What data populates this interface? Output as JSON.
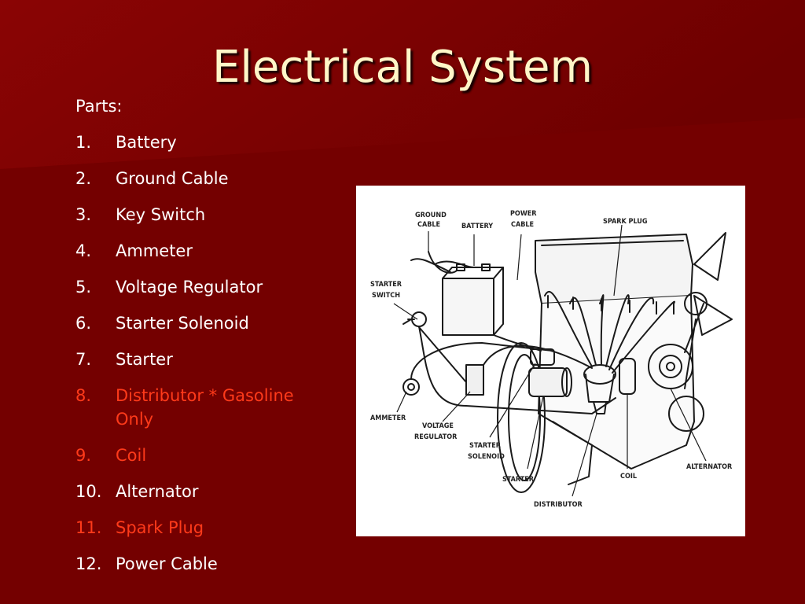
{
  "slide": {
    "title": "Electrical System",
    "parts_label": "Parts:",
    "parts": [
      {
        "num": "1.",
        "text": "Battery",
        "highlight": false
      },
      {
        "num": "2.",
        "text": "Ground Cable",
        "highlight": false
      },
      {
        "num": "3.",
        "text": "Key Switch",
        "highlight": false
      },
      {
        "num": "4.",
        "text": "Ammeter",
        "highlight": false
      },
      {
        "num": "5.",
        "text": "Voltage Regulator",
        "highlight": false
      },
      {
        "num": "6.",
        "text": "Starter Solenoid",
        "highlight": false
      },
      {
        "num": "7.",
        "text": "Starter",
        "highlight": false
      },
      {
        "num": "8.",
        "text": "Distributor  * Gasoline Only",
        "highlight": true
      },
      {
        "num": "9.",
        "text": "Coil",
        "highlight": true
      },
      {
        "num": "10.",
        "text": "Alternator",
        "highlight": false
      },
      {
        "num": "11.",
        "text": "Spark Plug",
        "highlight": true
      },
      {
        "num": "12.",
        "text": "Power Cable",
        "highlight": false
      }
    ],
    "colors": {
      "background": "#7a0000",
      "title": "#fff6c8",
      "text": "#ffffff",
      "highlight": "#ff3a1a"
    }
  },
  "diagram": {
    "labels": {
      "ground_cable_1": "GROUND",
      "ground_cable_2": "CABLE",
      "battery": "BATTERY",
      "power_cable_1": "POWER",
      "power_cable_2": "CABLE",
      "spark_plug": "SPARK PLUG",
      "starter_switch_1": "STARTER",
      "starter_switch_2": "SWITCH",
      "ammeter": "AMMETER",
      "voltage_regulator_1": "VOLTAGE",
      "voltage_regulator_2": "REGULATOR",
      "starter_solenoid_1": "STARTER",
      "starter_solenoid_2": "SOLENOID",
      "starter": "STARTER",
      "distributor": "DISTRIBUTOR",
      "coil": "COIL",
      "alternator": "ALTERNATOR"
    }
  }
}
